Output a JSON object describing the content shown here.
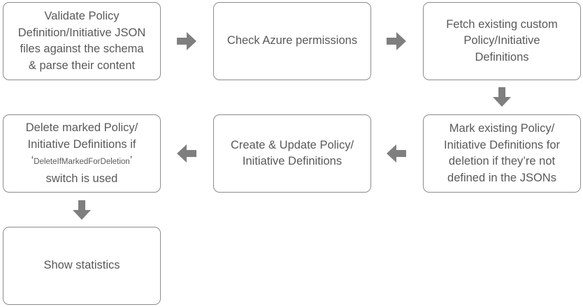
{
  "colors": {
    "box_border": "#8c8c8c",
    "text": "#595959",
    "arrow": "#7f7f7f"
  },
  "steps": {
    "validate": {
      "lines": [
        "Validate Policy",
        "Definition/Initiative JSON",
        "files against the schema",
        "& parse their content"
      ]
    },
    "permissions": {
      "lines": [
        "Check Azure permissions"
      ]
    },
    "fetch": {
      "lines": [
        "Fetch existing custom",
        "Policy/Initiative",
        "Definitions"
      ]
    },
    "mark": {
      "lines": [
        "Mark existing Policy/",
        "Initiative Definitions for",
        "deletion if they’re not",
        "defined in the JSONs"
      ]
    },
    "create": {
      "lines": [
        "Create & Update Policy/",
        "Initiative Definitions"
      ]
    },
    "delete": {
      "line1": "Delete marked Policy/",
      "line2": "Initiative Definitions if",
      "line3_open_quote": "‘",
      "line3_switch": "DeleteIfMarkedForDeletion",
      "line3_close_quote": "’",
      "line4": "switch is used"
    },
    "stats": {
      "lines": [
        "Show statistics"
      ]
    }
  },
  "arrows": [
    {
      "from": "validate",
      "to": "permissions",
      "direction": "right"
    },
    {
      "from": "permissions",
      "to": "fetch",
      "direction": "right"
    },
    {
      "from": "fetch",
      "to": "mark",
      "direction": "down"
    },
    {
      "from": "mark",
      "to": "create",
      "direction": "left"
    },
    {
      "from": "create",
      "to": "delete",
      "direction": "left"
    },
    {
      "from": "delete",
      "to": "stats",
      "direction": "down"
    }
  ]
}
